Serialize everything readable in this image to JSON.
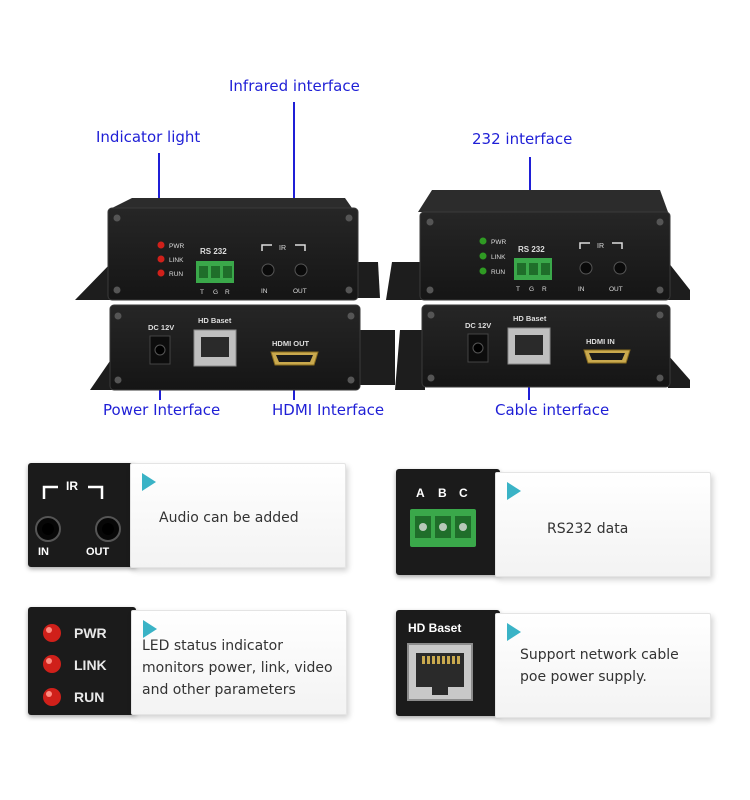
{
  "callouts": {
    "infrared": "Infrared interface",
    "indicator": "Indicator light",
    "rs232": "232 interface",
    "power": "Power Interface",
    "hdmi": "HDMI Interface",
    "cable": "Cable interface"
  },
  "device_labels": {
    "pwr": "PWR",
    "link": "LINK",
    "run": "RUN",
    "rs232": "RS 232",
    "t": "T",
    "g": "G",
    "r": "R",
    "ir": "IR",
    "in": "IN",
    "out": "OUT",
    "dc12v": "DC  12V",
    "hdbaset": "HD Baset",
    "hdmi_out": "HDMI OUT",
    "hdmi_in": "HDMI  IN"
  },
  "features": [
    {
      "text": "Audio can be added",
      "thumb": {
        "ir": "IR",
        "in": "IN",
        "out": "OUT"
      }
    },
    {
      "text": "RS232 data",
      "thumb": {
        "a": "A",
        "b": "B",
        "c": "C"
      }
    },
    {
      "text": "LED status indicator monitors power, link, video and other parameters",
      "thumb": {
        "pwr": "PWR",
        "link": "LINK",
        "run": "RUN"
      }
    },
    {
      "text": "Support network cable poe power supply.",
      "thumb": {
        "hdbaset": "HD Baset"
      }
    }
  ],
  "colors": {
    "callout": "#1f1fd6",
    "accent": "#3ab3c6",
    "led_red": "#d0201a",
    "led_green": "#2f9a23",
    "terminal_green": "#3aa84a"
  }
}
